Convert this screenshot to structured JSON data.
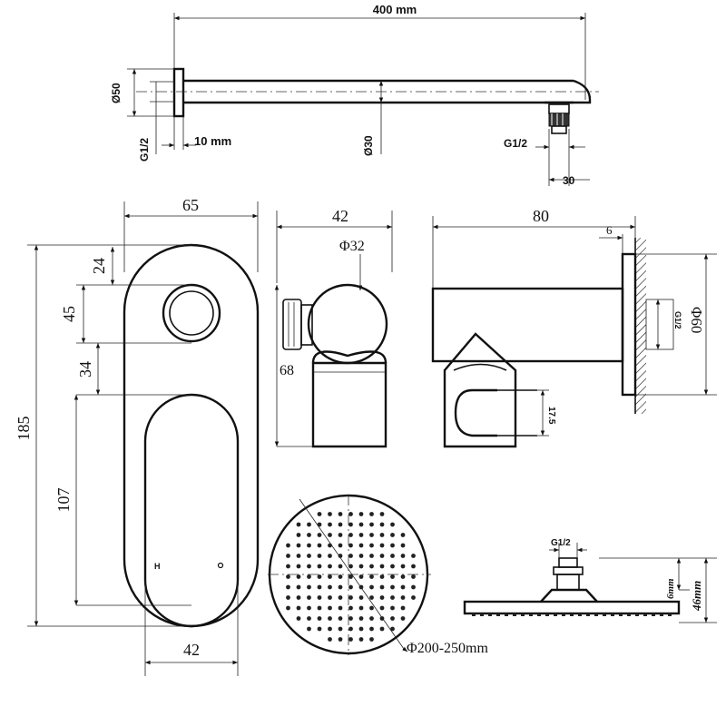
{
  "arm": {
    "length_label": "400 mm",
    "flange_dia_label": "Ø50",
    "thread_left_label": "G1/2",
    "offset_label": "10 mm",
    "pipe_dia_label": "Ø30",
    "thread_right_label": "G1/2",
    "tip_label": "30"
  },
  "valve_plate": {
    "width_label": "65",
    "height_label": "185",
    "top_gap_label": "24",
    "knob_label": "45",
    "gap_label": "34",
    "lever_label": "107",
    "lever_width_label": "42"
  },
  "holder_side": {
    "width_label": "42",
    "knob_dia_label": "Φ32",
    "height_label": "68"
  },
  "holder_wall": {
    "depth_label": "80",
    "flange_label": "6",
    "thread_label": "G1/2",
    "flange_dia_label": "Φ60",
    "hook_label": "17.5"
  },
  "shower_head": {
    "dia_label": "Φ200-250mm"
  },
  "head_side": {
    "thread_label": "G1/2",
    "neck_label": "6mm",
    "total_label": "46mm"
  }
}
